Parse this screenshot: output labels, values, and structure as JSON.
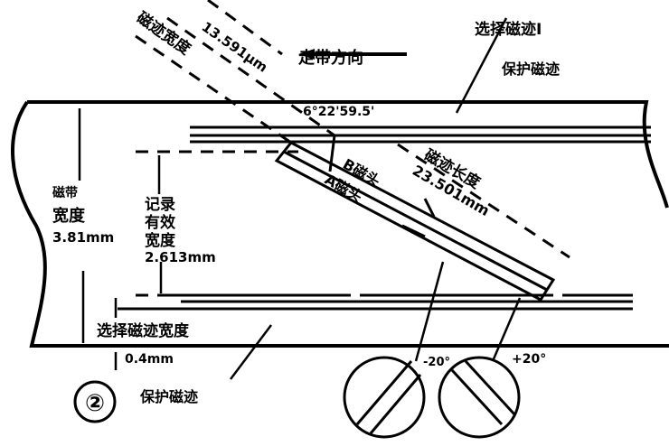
{
  "figure_number": "②",
  "travel_direction": "走带方向",
  "selection_track_1": "选择磁迹Ⅰ",
  "guard_track_top": "保护磁迹",
  "guard_track_bottom": "保护磁迹",
  "track_width": {
    "label": "磁迹宽度",
    "value": "13.591μm"
  },
  "track_angle": "6°22'59.5'",
  "track_length": {
    "label": "磁迹长度",
    "value": "23.501mm"
  },
  "head_b": "B磁头",
  "head_a": "A磁头",
  "tape_width": {
    "label_1": "磁带",
    "label_2": "宽度",
    "value": "3.81mm"
  },
  "record_width": {
    "label_1": "记录",
    "label_2": "有效",
    "label_3": "宽度",
    "value": "2.613mm"
  },
  "selection_track_width": {
    "label": "选择磁迹宽度",
    "value": "0.4mm"
  },
  "azimuth_left": "-20°",
  "azimuth_right": "+20°"
}
